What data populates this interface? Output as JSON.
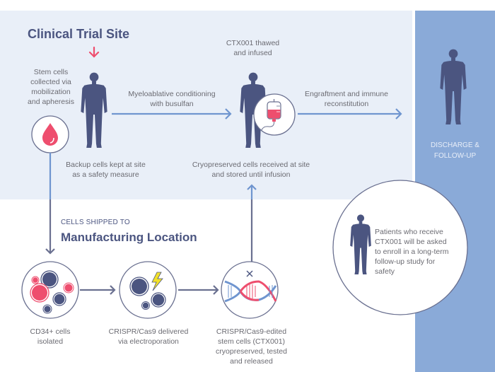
{
  "colors": {
    "site_background": "#e9eff8",
    "discharge_background": "#8aaad8",
    "figure": "#4b5580",
    "arrow_blue": "#6f95cf",
    "arrow_slate": "#6a7090",
    "accent_red": "#ee4e6e",
    "bolt_yellow": "#f2e12a"
  },
  "sections": {
    "clinical_site_title": "Clinical Trial Site",
    "manufacturing_kicker": "CELLS SHIPPED TO",
    "manufacturing_title": "Manufacturing Location",
    "discharge_label": "DISCHARGE &\nFOLLOW-UP"
  },
  "steps": {
    "collection": "Stem cells\ncollected via\nmobilization\nand apheresis",
    "backup": "Backup cells kept at site\nas a safety measure",
    "conditioning": "Myeloablative conditioning\nwith busulfan",
    "infusion": "CTX001 thawed\nand infused",
    "received": "Cryopreserved cells received at site\nand stored until infusion",
    "engraftment": "Engraftment and immune\nreconstitution",
    "isolated": "CD34+ cells\nisolated",
    "delivered": "CRISPR/Cas9 delivered\nvia electroporation",
    "edited": "CRISPR/Cas9-edited\nstem cells (CTX001)\ncryopreserved, tested\nand released",
    "followup_note": "Patients who receive\nCTX001 will be asked\nto enroll in a long-term\nfollow-up study for\nsafety"
  },
  "icons": {
    "patient_marker": "down-arrow-icon",
    "blood_drop": "blood-drop-icon",
    "iv_bag": "iv-bag-icon",
    "cells": "cells-icon",
    "electroporation": "lightning-bolt-icon",
    "dna": "dna-edit-icon",
    "person": "person-icon"
  }
}
